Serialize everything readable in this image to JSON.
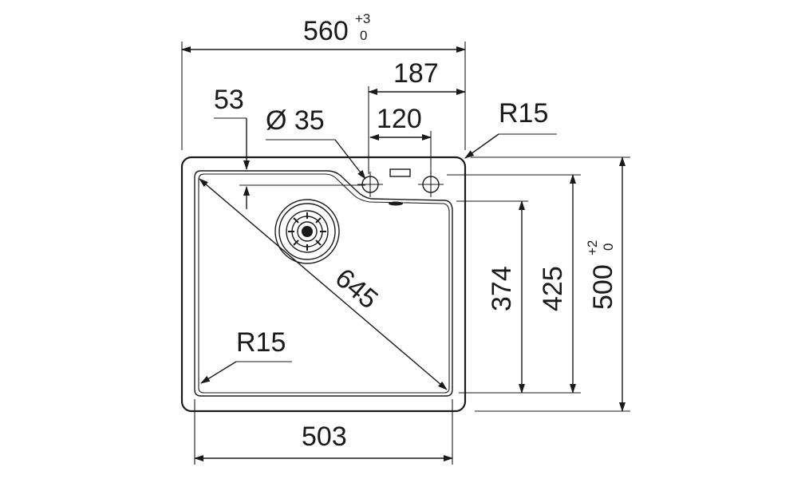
{
  "dimensions": {
    "overall_width": "560",
    "overall_width_tol_upper": "+3",
    "overall_width_tol_lower": "0",
    "tap_offset": "187",
    "hole_offset": "53",
    "hole_diameter": "Ø 35",
    "hole_spacing": "120",
    "corner_radius_outer": "R15",
    "diagonal": "645",
    "corner_radius_inner": "R15",
    "bowl_width": "503",
    "bowl_depth_short": "374",
    "bowl_depth": "425",
    "overall_depth": "500",
    "overall_depth_tol_upper": "+2",
    "overall_depth_tol_lower": "0"
  },
  "colors": {
    "line": "#1a1a1a",
    "background": "#ffffff"
  }
}
